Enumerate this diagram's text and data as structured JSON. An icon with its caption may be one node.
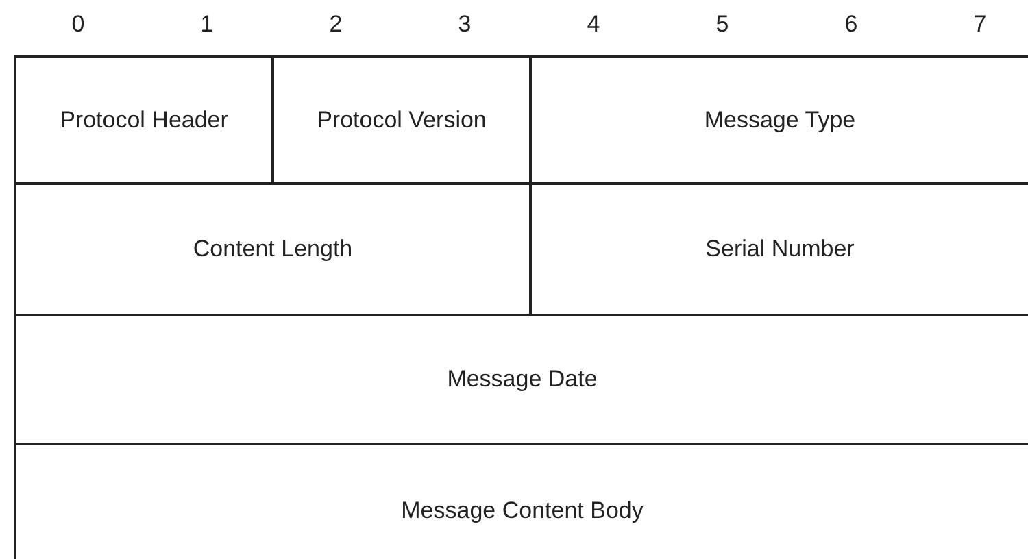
{
  "diagram": {
    "nodes": [
      {
        "text": [
          "Protocol Header"
        ]
      },
      {
        "text": [
          "Protocol Version"
        ]
      },
      {
        "text": [
          "Message Type"
        ]
      },
      {
        "text": [
          "Content Length"
        ]
      },
      {
        "text": [
          "Serial Number"
        ]
      },
      {
        "text": [
          "Message Date"
        ]
      },
      {
        "text": [
          "Message Content Body"
        ]
      }
    ],
    "labels": [
      "0",
      "1",
      "2",
      "3",
      "4",
      "5",
      "6",
      "7"
    ]
  }
}
